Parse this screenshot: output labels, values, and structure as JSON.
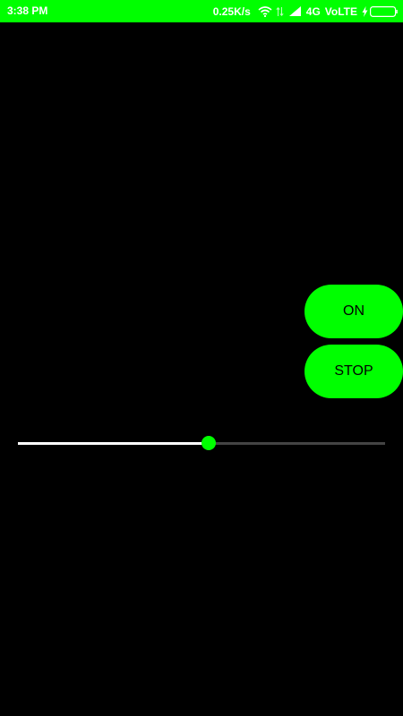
{
  "colors": {
    "accent": "#00ff00",
    "background": "#000000",
    "status_text": "#ffffff",
    "slider_fill": "#ffffff",
    "slider_track": "#444444",
    "button_text": "#000000"
  },
  "status_bar": {
    "time": "3:38 PM",
    "network_speed": "0.25K/s",
    "network_type": "4G",
    "volte": "VoLTE",
    "icons": [
      "wifi-icon",
      "data-arrows-icon",
      "signal-icon",
      "charging-bolt-icon",
      "battery-icon"
    ]
  },
  "buttons": {
    "on_label": "ON",
    "stop_label": "STOP"
  },
  "slider": {
    "value_fraction": 0.52
  }
}
